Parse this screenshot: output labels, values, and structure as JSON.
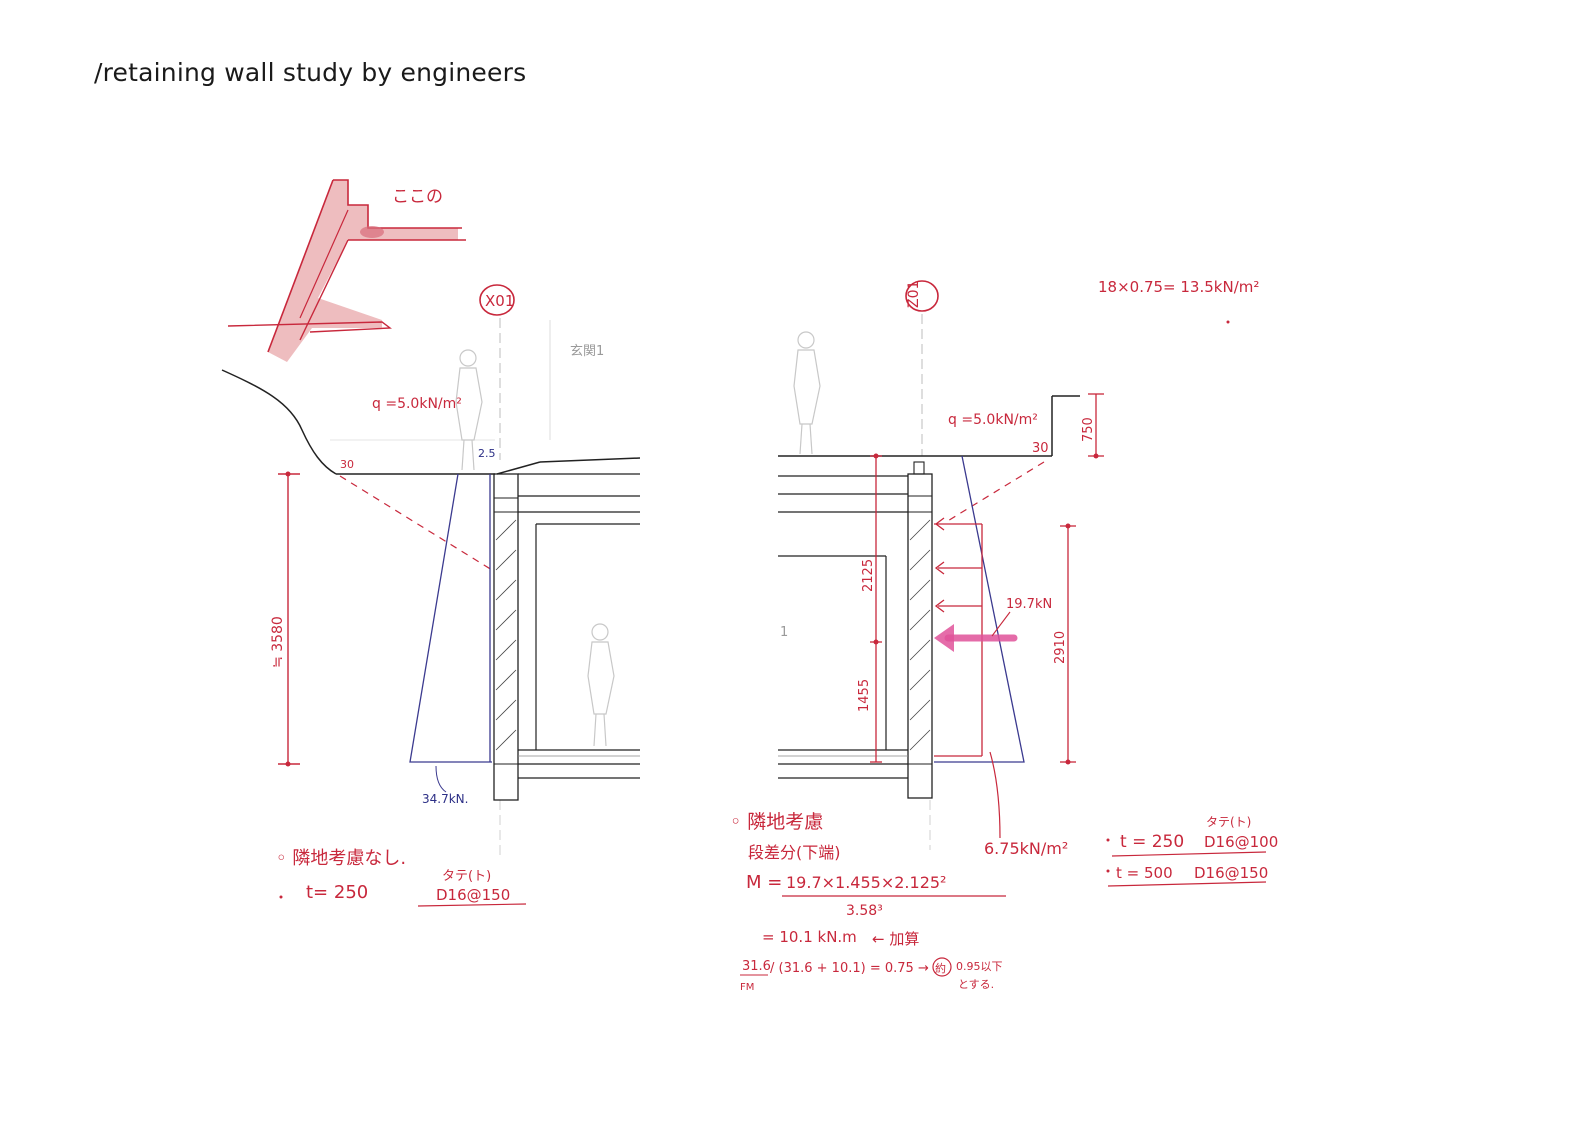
{
  "title": "/retaining wall study by engineers",
  "colors": {
    "ink_red": "#c8283c",
    "ink_blue": "#3b3a8f",
    "highlight_pink": "#e8a7a9",
    "arrow_magenta": "#e0529a",
    "line_black": "#222222",
    "print_grey": "#bdbdbd"
  },
  "left_section": {
    "grid_label": "X01",
    "note_here": "ここの",
    "surcharge": "q =5.0kN/m²",
    "slope_angle": "30",
    "dim_small": "2.5",
    "dim_height": "≒ 3580",
    "force": "34.7kN.",
    "room_label": "玄関1",
    "note_no_neighbor": "◦ 隣地考慮なし.",
    "thickness": "t= 250",
    "rebar_label": "タテ(ト)",
    "rebar": "D16@150"
  },
  "right_section": {
    "grid_label": "Z01",
    "soil_calc": "18×0.75= 13.5kN/m²",
    "surcharge": "q =5.0kN/m²",
    "slope_angle": "30",
    "dim_750": "750",
    "dim_2125": "2125",
    "dim_1455": "1455",
    "dim_2910": "2910",
    "force": "19.7kN",
    "pressure": "6.75kN/m²",
    "room_label": "1",
    "note_neighbor": "◦ 隣地考慮",
    "note_step": "段差分(下端)",
    "moment_lhs": "M =",
    "moment_num": "19.7×1.455×2.125²",
    "moment_den": "3.58³",
    "moment_result": "= 10.1 kN.m",
    "moment_add": "← 加算",
    "ratio_num": "31.6",
    "ratio_den_label": "FM",
    "ratio_expr": "/ (31.6 + 10.1) = 0.75 →",
    "ratio_circle": "約",
    "ratio_tail": "0.95以下",
    "ratio_tail2": "とする.",
    "rebar_label": "タテ(ト)",
    "t1": "t = 250",
    "r1": "D16@100",
    "t2": "t = 500",
    "r2": "D16@150"
  }
}
